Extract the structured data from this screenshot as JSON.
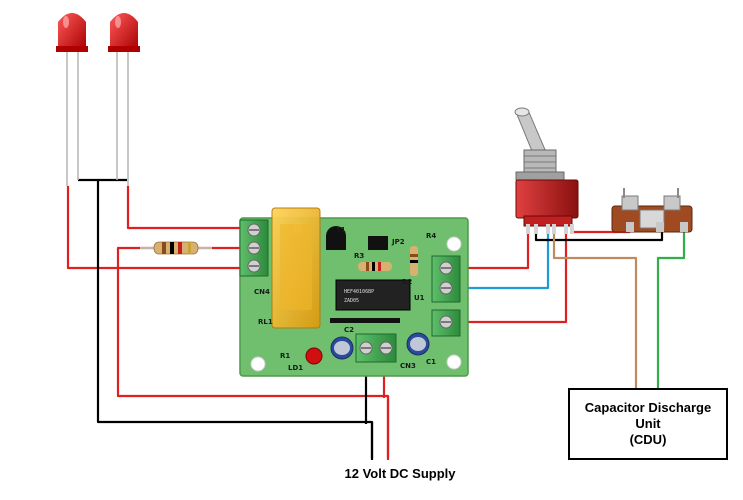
{
  "cdu": {
    "line1": "Capacitor Discharge",
    "line2": "Unit",
    "line3": "(CDU)"
  },
  "supply": {
    "label": "12 Volt DC Supply"
  },
  "board_labels": {
    "cn4": "CN4",
    "rl1": "RL1",
    "t1": "T1",
    "jp2": "JP2",
    "r3": "R3",
    "r2": "R2",
    "r4": "R4",
    "u1": "U1",
    "c2": "C2",
    "cn3": "CN3",
    "c1": "C1",
    "r1": "R1",
    "ld1": "LD1"
  },
  "wire_colors": {
    "red": "#e02020",
    "black": "#000000",
    "blue": "#1e9ad6",
    "brown": "#c08a60",
    "green": "#2fae4a"
  }
}
